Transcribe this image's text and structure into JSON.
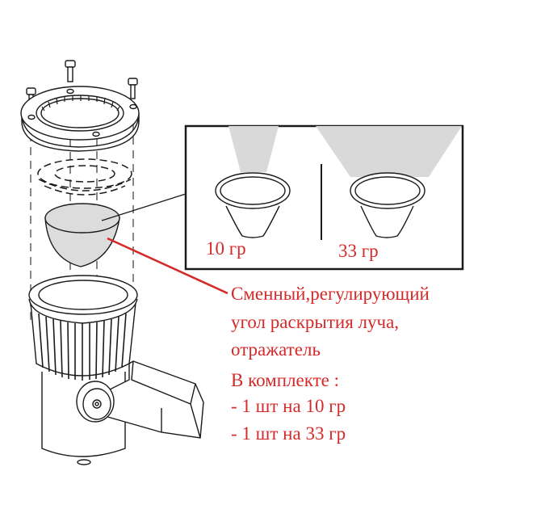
{
  "diagram": {
    "subject": "exploded view of spotlight with replaceable reflector",
    "parts": [
      "mounting-screws",
      "top-ring",
      "glass-lens",
      "reflector",
      "housing-with-heatsink",
      "mounting-bracket",
      "adjustment-knob"
    ],
    "inset": {
      "options": [
        {
          "label": "10 гр",
          "beam": "narrow"
        },
        {
          "label": "33 гр",
          "beam": "wide"
        }
      ]
    },
    "callout": {
      "lines": [
        "Сменный,регулирующий",
        "угол раскрытия луча,",
        "отражатель"
      ],
      "kit_title": "В комплекте :",
      "kit_items": [
        "- 1 шт на 10 гр",
        "- 1 шт на 33 гр"
      ]
    },
    "colors": {
      "accent_red": "#d42a2a",
      "line": "#1a1a1a",
      "beam_gray": "#d9d9d9",
      "reflector_fill": "#dcdcdc"
    }
  }
}
